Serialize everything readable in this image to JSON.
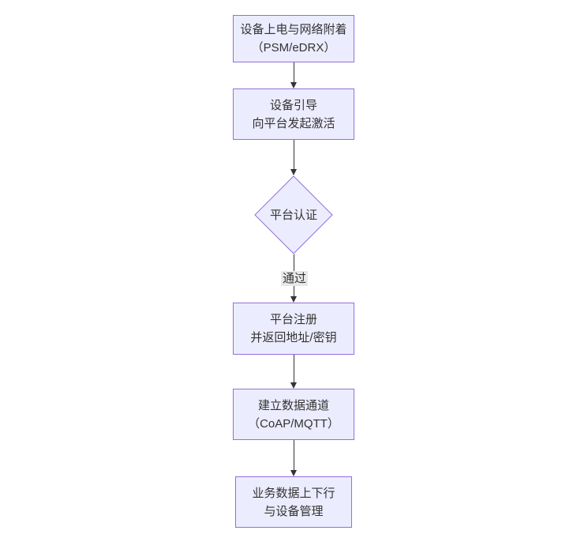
{
  "diagram": {
    "type": "flowchart",
    "direction": "top-down",
    "colors": {
      "node_fill": "#ECECFF",
      "node_border": "#9370DB",
      "arrow_color": "#333333",
      "text_color": "#333333",
      "edge_label_bg": "#e8e8e8",
      "canvas_bg": "#ffffff"
    },
    "nodes": [
      {
        "id": "A",
        "shape": "rect",
        "lines": [
          "设备上电与网络附着",
          "（PSM/eDRX）"
        ]
      },
      {
        "id": "B",
        "shape": "rect",
        "lines": [
          "设备引导",
          "向平台发起激活"
        ]
      },
      {
        "id": "C",
        "shape": "diamond",
        "lines": [
          "平台认证"
        ]
      },
      {
        "id": "D",
        "shape": "rect",
        "lines": [
          "平台注册",
          "并返回地址/密钥"
        ]
      },
      {
        "id": "E",
        "shape": "rect",
        "lines": [
          "建立数据通道",
          "（CoAP/MQTT）"
        ]
      },
      {
        "id": "F",
        "shape": "rect",
        "lines": [
          "业务数据上下行",
          "与设备管理"
        ]
      }
    ],
    "edges": [
      {
        "from": "A",
        "to": "B",
        "label": ""
      },
      {
        "from": "B",
        "to": "C",
        "label": ""
      },
      {
        "from": "C",
        "to": "D",
        "label": "通过"
      },
      {
        "from": "D",
        "to": "E",
        "label": ""
      },
      {
        "from": "E",
        "to": "F",
        "label": ""
      }
    ]
  }
}
